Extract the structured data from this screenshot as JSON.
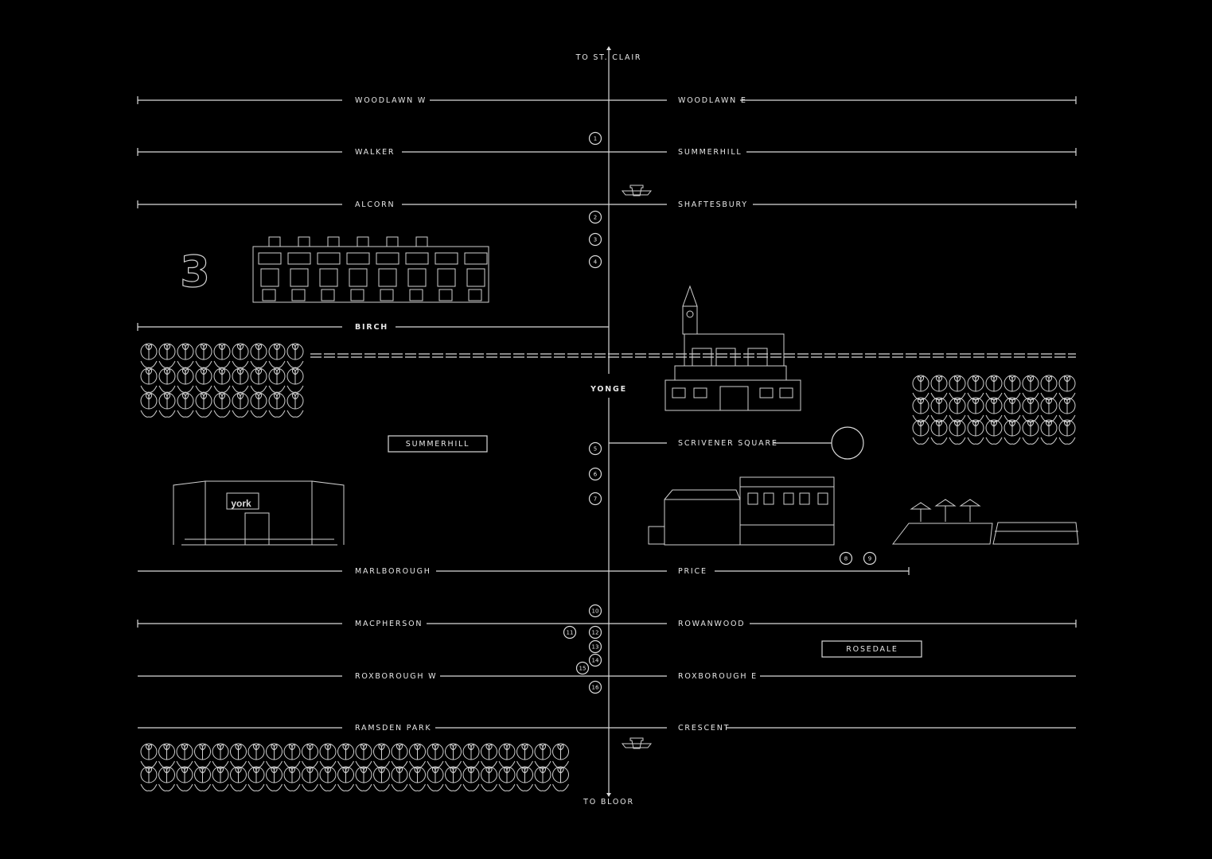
{
  "map": {
    "north_label": "TO ST. CLAIR",
    "south_label": "TO BLOOR",
    "main_street": "YONGE",
    "streets": {
      "woodlawn_w": "WOODLAWN W",
      "woodlawn_e": "WOODLAWN E",
      "walker": "WALKER",
      "summerhill": "SUMMERHILL",
      "alcorn": "ALCORN",
      "shaftesbury": "SHAFTESBURY",
      "birch": "BIRCH",
      "scrivener": "SCRIVENER SQUARE",
      "marlborough": "MARLBOROUGH",
      "price": "PRICE",
      "macpherson": "MACPHERSON",
      "rowanwood": "ROWANWOOD",
      "roxborough_w": "ROXBOROUGH W",
      "roxborough_e": "ROXBOROUGH E",
      "ramsden": "RAMSDEN PARK",
      "crescent": "CRESCENT"
    },
    "neighbourhoods": {
      "summerhill": "SUMMERHILL",
      "rosedale": "ROSEDALE"
    },
    "markers": [
      "1",
      "2",
      "3",
      "4",
      "5",
      "6",
      "7",
      "8",
      "9",
      "10",
      "11",
      "12",
      "13",
      "14",
      "15",
      "16"
    ],
    "logo_text": "3",
    "theatre_sign": "york",
    "colors": {
      "background": "#000000",
      "line": "#d9d9d9"
    }
  }
}
